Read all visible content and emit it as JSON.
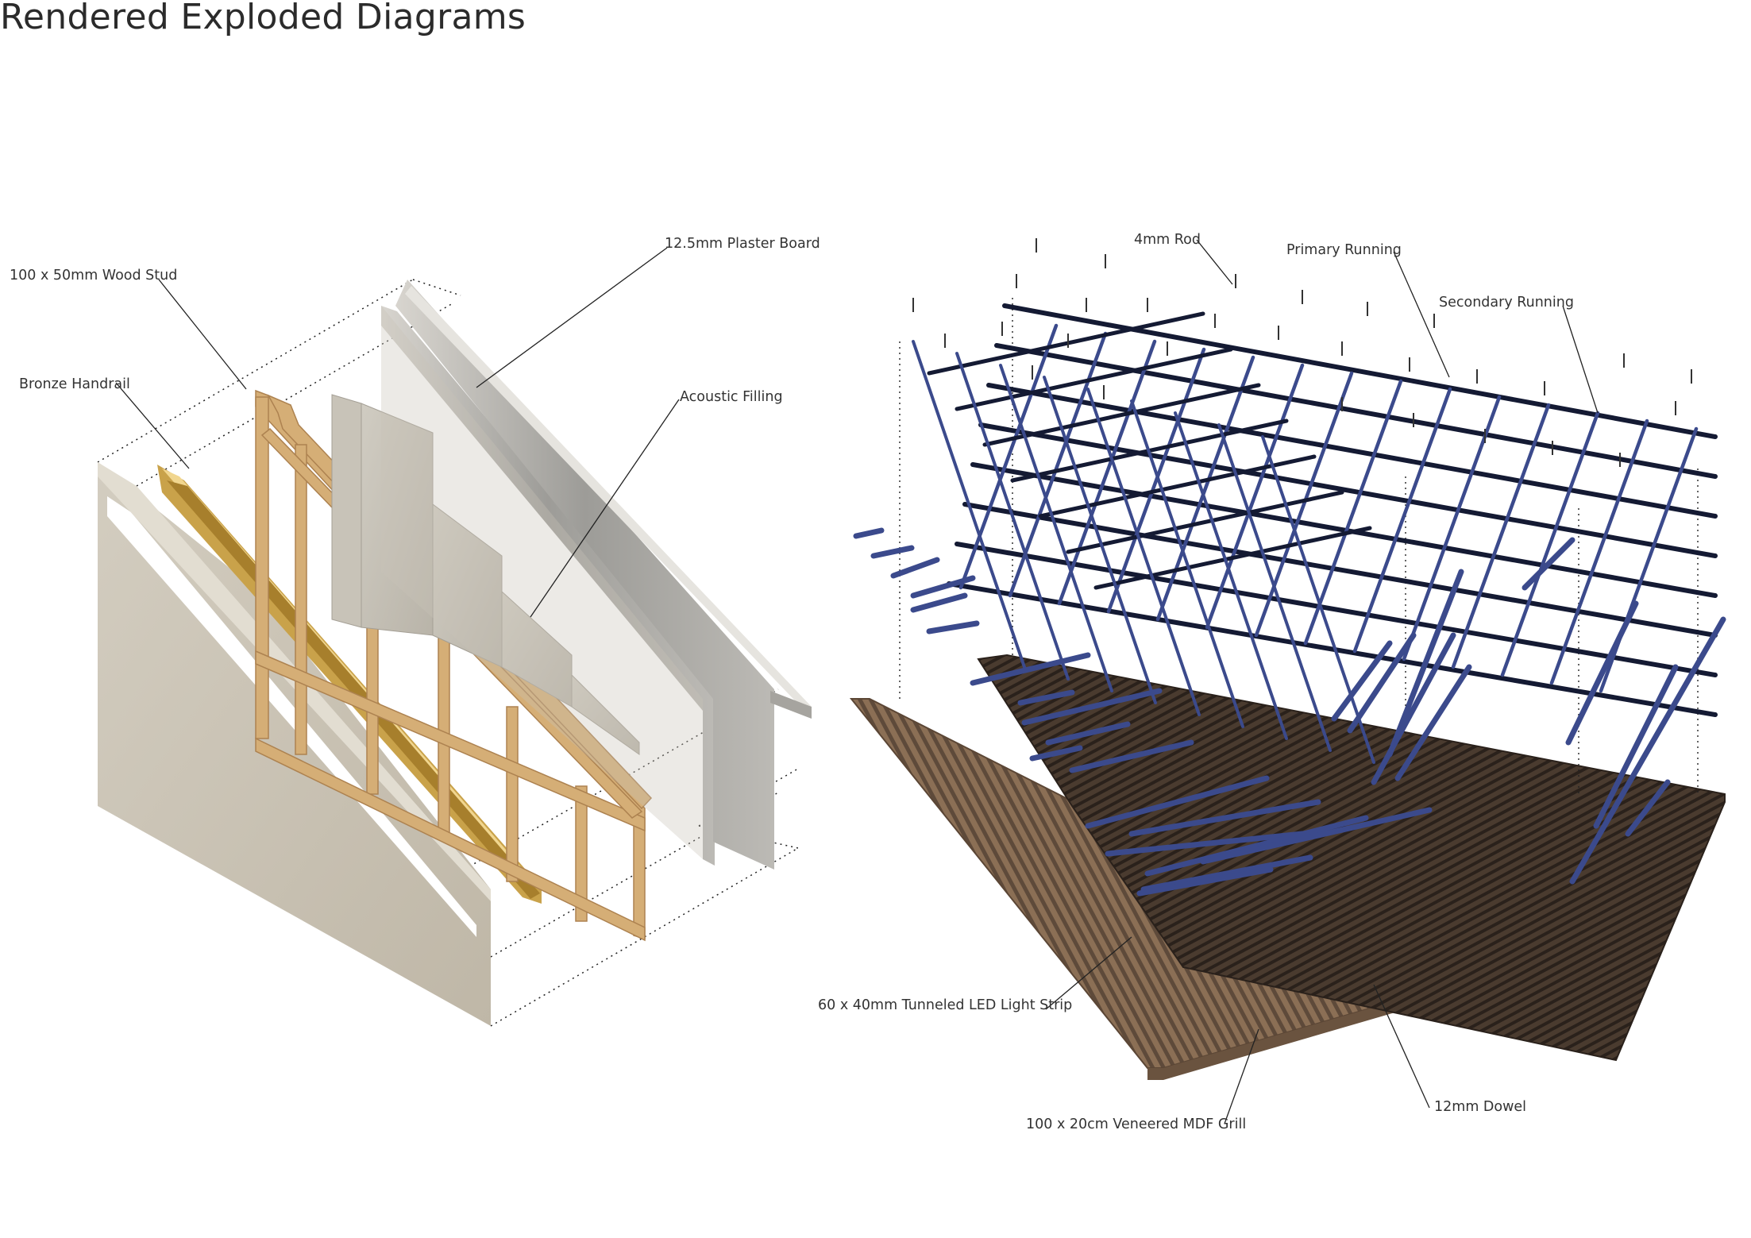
{
  "title": "Rendered Exploded Diagrams",
  "wall_diagram": {
    "labels": {
      "wood_stud": "100 x 50mm Wood Stud",
      "plaster_board": "12.5mm Plaster Board",
      "bronze_handrail": "Bronze Handrail",
      "acoustic_filling": "Acoustic Filling"
    }
  },
  "ceiling_diagram": {
    "labels": {
      "rod": "4mm Rod",
      "primary_running": "Primary Running",
      "secondary_running": "Secondary Running",
      "led_strip": "60 x 40mm Tunneled LED Light Strip",
      "mdf_grill": "100 x 20cm Veneered MDF Grill",
      "dowel": "12mm Dowel"
    }
  },
  "colors": {
    "plaster": "#cbc4b6",
    "plaster_side": "#bdb6a7",
    "wood": "#d2ab73",
    "wood_dark": "#b48752",
    "bronze": "#d6b45c",
    "pipe": "#3b4a8c",
    "pipe_dark": "#141a33",
    "grill_light": "#8a6f56",
    "grill_dark": "#3a2e25"
  }
}
